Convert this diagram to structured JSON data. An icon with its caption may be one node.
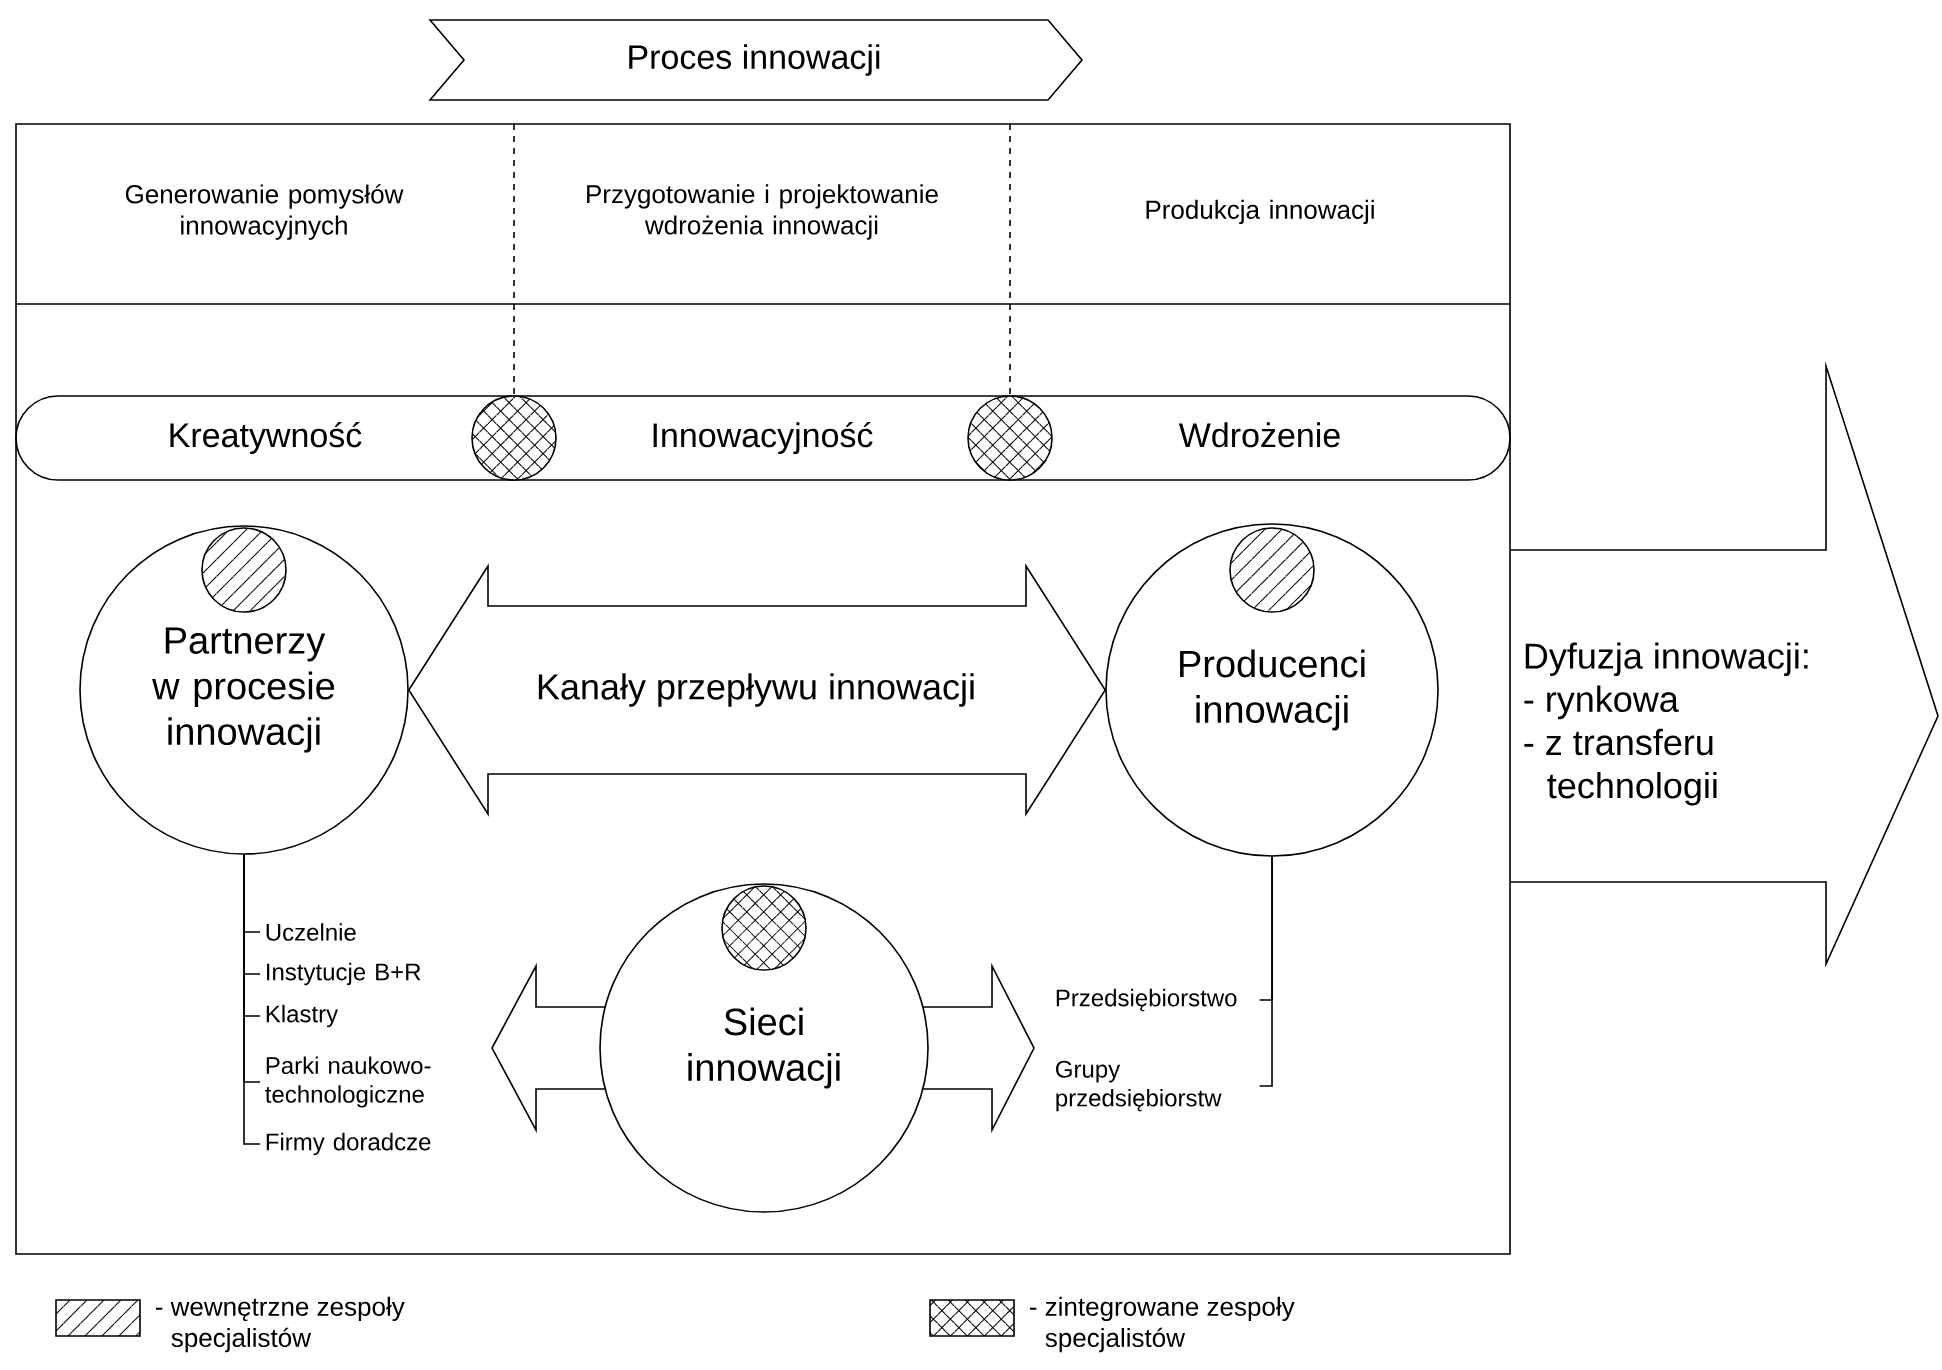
{
  "diagram": {
    "nodes": [
      {
        "text": [
          "Proces innowacji"
        ]
      },
      {
        "text": [
          "Generowanie pomysłów innowacyjnych"
        ]
      },
      {
        "text": [
          "Przygotowanie i projektowanie wdrożenia innowacji"
        ]
      },
      {
        "text": [
          "Produkcja innowacji"
        ]
      },
      {
        "text": [
          "Kreatywność",
          "Innowacyjność",
          "Wdrożenie"
        ]
      },
      {
        "text": [],
        "shape": "circle",
        "in": 4
      },
      {
        "text": [],
        "shape": "circle",
        "in": 4
      },
      {
        "text": [
          "Partnerzy w procesie innowacji"
        ]
      },
      {
        "text": [],
        "shape": "circle",
        "in": 7
      },
      {
        "text": [
          "Producenci innowacji"
        ]
      },
      {
        "text": [],
        "shape": "circle",
        "in": 9
      },
      {
        "text": [
          "Dyfuzja innowacji:",
          "- rynkowa",
          "- z transferu technologii"
        ]
      },
      {
        "text": [
          "Sieci innowacji"
        ]
      },
      {
        "text": [],
        "shape": "circle",
        "in": 12
      },
      {
        "text": [
          "Uczelnie"
        ]
      },
      {
        "text": [
          "Instytucje B+R"
        ]
      },
      {
        "text": [
          "Klastry"
        ]
      },
      {
        "text": [
          "Parki naukowo-technologiczne"
        ]
      },
      {
        "text": [
          "Firmy doradcze"
        ]
      },
      {
        "text": [
          "Przedsiębiorstwo"
        ]
      },
      {
        "text": [
          "Grupy przedsiębiorstw"
        ]
      }
    ],
    "edges": [
      {
        "from": 7,
        "to": 9,
        "arrow": "both",
        "label": "Kanały przepływu innowacji"
      },
      {
        "from": 7,
        "to": 14,
        "arrow": "none"
      },
      {
        "from": 7,
        "to": 15,
        "arrow": "none"
      },
      {
        "from": 7,
        "to": 16,
        "arrow": "none"
      },
      {
        "from": 7,
        "to": 17,
        "arrow": "none"
      },
      {
        "from": 7,
        "to": 18,
        "arrow": "none"
      },
      {
        "from": 9,
        "to": 19,
        "arrow": "none"
      },
      {
        "from": 9,
        "to": 20,
        "arrow": "none"
      }
    ],
    "legend": [
      {
        "text": "- wewnętrzne zespoły specjalistów"
      },
      {
        "text": "- zintegrowane zespoły specjalistów"
      }
    ]
  }
}
